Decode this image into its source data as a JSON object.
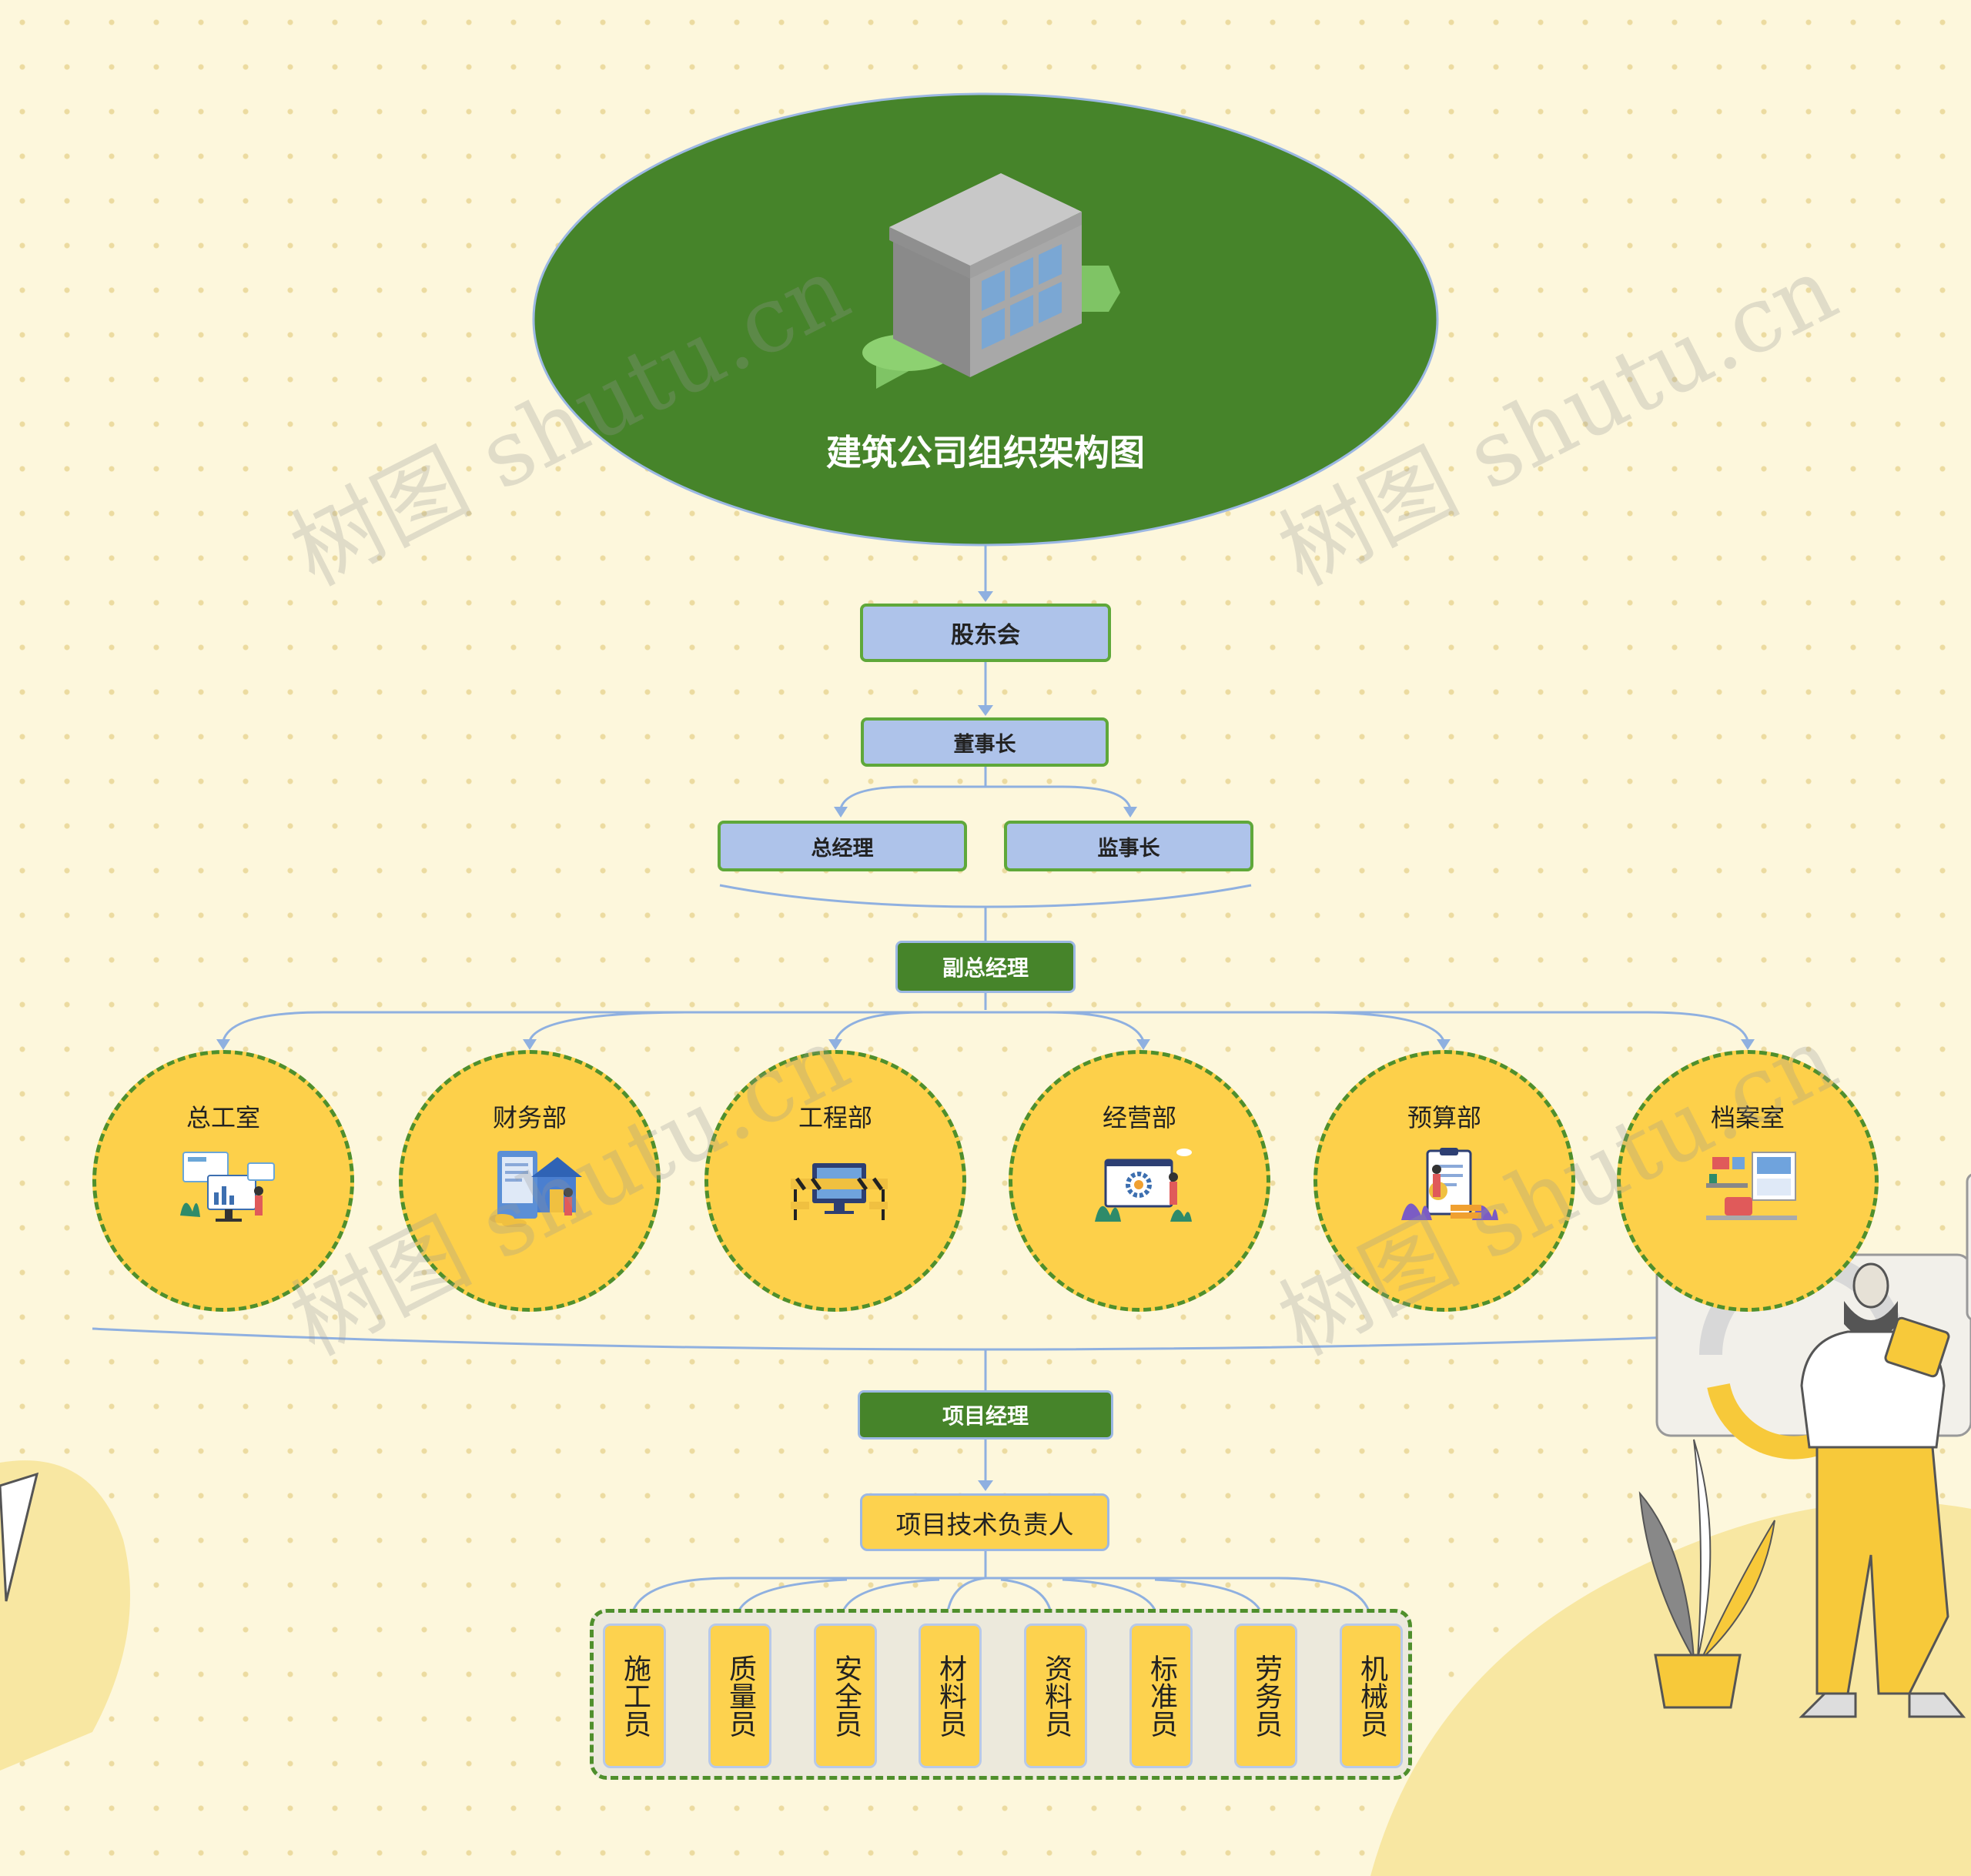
{
  "title": "建筑公司组织架构图",
  "colors": {
    "ellipse": "#46842a",
    "blue_node": "#aec3ea",
    "green_node": "#46842a",
    "yellow": "#fdd24e",
    "connector": "#8fb0e0",
    "dashed_border": "#4f8f2c"
  },
  "nodes": {
    "shareholders": "股东会",
    "chairman": "董事长",
    "general_manager": "总经理",
    "supervisor": "监事长",
    "deputy_gm": "副总经理",
    "project_manager": "项目经理",
    "tech_lead": "项目技术负责人"
  },
  "departments": [
    {
      "label": "总工室",
      "icon": "dashboard-chart-icon"
    },
    {
      "label": "财务部",
      "icon": "finance-house-icon"
    },
    {
      "label": "工程部",
      "icon": "construction-barrier-icon"
    },
    {
      "label": "经营部",
      "icon": "gear-monitor-icon"
    },
    {
      "label": "预算部",
      "icon": "clipboard-coins-icon"
    },
    {
      "label": "档案室",
      "icon": "archive-room-icon"
    }
  ],
  "staff": [
    "施工员",
    "质量员",
    "安全员",
    "材料员",
    "资料员",
    "标准员",
    "劳务员",
    "机械员"
  ],
  "watermark": "树图 shutu.cn"
}
